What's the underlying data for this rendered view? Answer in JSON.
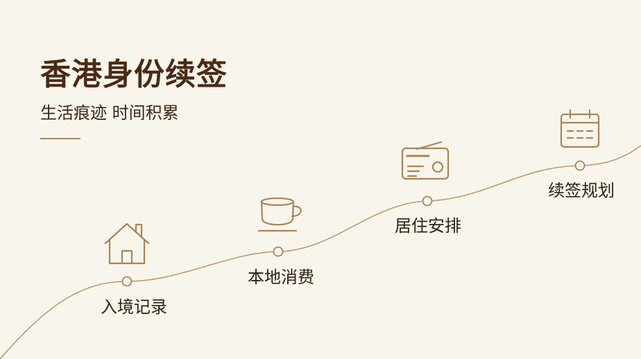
{
  "header": {
    "title": "香港身份续签",
    "subtitle": "生活痕迹 时间积累"
  },
  "colors": {
    "background": "#f8f5ec",
    "title": "#4a2a15",
    "accent": "#a8875a",
    "icon_stroke": "#a98459",
    "text": "#2e2116"
  },
  "steps": [
    {
      "label": "入境记录",
      "icon": "house-icon"
    },
    {
      "label": "本地消费",
      "icon": "coffee-cup-icon"
    },
    {
      "label": "居住安排",
      "icon": "radio-icon"
    },
    {
      "label": "续签规划",
      "icon": "calendar-icon"
    }
  ]
}
